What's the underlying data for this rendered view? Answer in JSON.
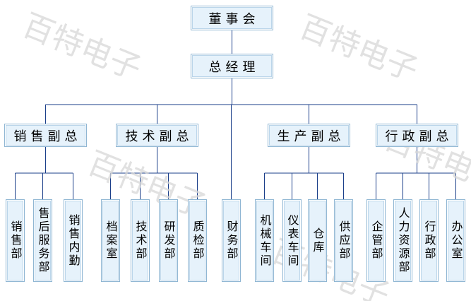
{
  "watermark": "百特电子",
  "colors": {
    "line": "#1b3f8a",
    "box_fill": "#e6f2fb",
    "box_border": "#8fb6d3"
  },
  "board": "董事会",
  "gm": "总经理",
  "vps": [
    "销售副总",
    "技术副总",
    "生产副总",
    "行政副总"
  ],
  "finance": "财务部",
  "departments": [
    [
      "销售部",
      "售后服务部",
      "销售内勤"
    ],
    [
      "档案室",
      "技术部",
      "研发部",
      "质检部"
    ],
    [
      "机械车间",
      "仪表车间",
      "仓库",
      "供应部"
    ],
    [
      "企管部",
      "人力资源部",
      "行政部",
      "办公室"
    ]
  ]
}
